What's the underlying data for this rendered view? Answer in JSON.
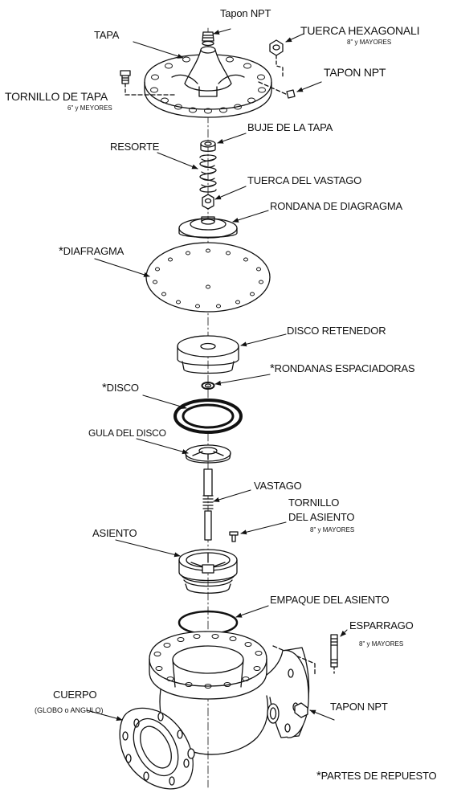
{
  "labels": {
    "tapon_npt_top": "Tapon NPT",
    "tapa": "TAPA",
    "tuerca_hexagonal": "TUERCA HEXAGONALI",
    "tuerca_hexagonal_note": "8\" y MAYORES",
    "tapon_npt_right": "TAPON NPT",
    "tornillo_de_tapa": "TORNILLO DE TAPA",
    "tornillo_de_tapa_note": "6\" y MEYORES",
    "buje_de_la_tapa": "BUJE DE LA TAPA",
    "resorte": "RESORTE",
    "tuerca_del_vastago": "TUERCA DEL VASTAGO",
    "rondana_de_diagragma": "RONDANA DE DIAGRAGMA",
    "diafragma_mark": "*",
    "diafragma": "DIAFRAGMA",
    "disco_retenedor": "DISCO RETENEDOR",
    "rondanas_mark": "*",
    "rondanas_espaciadoras": "RONDANAS ESPACIADORAS",
    "disco_mark": "*",
    "disco": "DISCO",
    "gula_del_disco": "GULA DEL DISCO",
    "vastago": "VASTAGO",
    "tornillo": "TORNILLO",
    "del_asiento": "DEL ASIENTO",
    "tornillo_asiento_note": "8\" y MAYORES",
    "asiento": "ASIENTO",
    "empaque_del_asiento": "EMPAQUE DEL ASIENTO",
    "esparrago": "ESPARRAGO",
    "esparrago_note": "8\" y MAYORES",
    "cuerpo": "CUERPO",
    "cuerpo_note": "(GLOBO o ANGULO)",
    "tapon_npt_bottom": "TAPON NPT",
    "partes_mark": "*",
    "partes_de_repuesto": "PARTES DE REPUESTO"
  }
}
